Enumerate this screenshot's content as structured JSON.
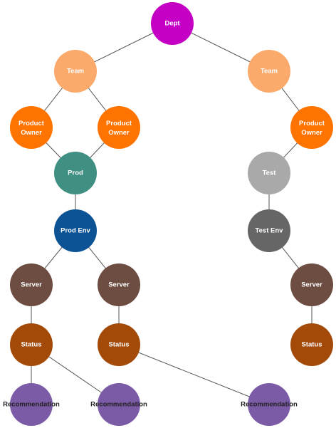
{
  "diagram": {
    "nodes": [
      {
        "id": "dept",
        "label": "Dept",
        "color": "#c400c4"
      },
      {
        "id": "team_l",
        "label": "Team",
        "color": "#fbaa6c"
      },
      {
        "id": "team_r",
        "label": "Team",
        "color": "#fbaa6c"
      },
      {
        "id": "po_1",
        "label": "Product Owner",
        "color": "#ff7300"
      },
      {
        "id": "po_2",
        "label": "Product Owner",
        "color": "#ff7300"
      },
      {
        "id": "po_3",
        "label": "Product Owner",
        "color": "#ff7300"
      },
      {
        "id": "prod",
        "label": "Prod",
        "color": "#3f8f82"
      },
      {
        "id": "test",
        "label": "Test",
        "color": "#a9a9a9"
      },
      {
        "id": "prod_env",
        "label": "Prod Env",
        "color": "#0b5394"
      },
      {
        "id": "test_env",
        "label": "Test Env",
        "color": "#666666"
      },
      {
        "id": "server_1",
        "label": "Server",
        "color": "#6d4c41"
      },
      {
        "id": "server_2",
        "label": "Server",
        "color": "#6d4c41"
      },
      {
        "id": "server_3",
        "label": "Server",
        "color": "#6d4c41"
      },
      {
        "id": "status_1",
        "label": "Status",
        "color": "#a34a09"
      },
      {
        "id": "status_2",
        "label": "Status",
        "color": "#a34a09"
      },
      {
        "id": "status_3",
        "label": "Status",
        "color": "#a34a09"
      },
      {
        "id": "rec_1",
        "label": "Recommendation",
        "color": "#7b5ba6"
      },
      {
        "id": "rec_2",
        "label": "Recommendation",
        "color": "#7b5ba6"
      },
      {
        "id": "rec_3",
        "label": "Recommendation",
        "color": "#7b5ba6"
      }
    ],
    "edges": [
      [
        "dept",
        "team_l"
      ],
      [
        "dept",
        "team_r"
      ],
      [
        "team_l",
        "po_1"
      ],
      [
        "team_l",
        "po_2"
      ],
      [
        "team_r",
        "po_3"
      ],
      [
        "po_1",
        "prod"
      ],
      [
        "po_2",
        "prod"
      ],
      [
        "po_3",
        "test"
      ],
      [
        "prod",
        "prod_env"
      ],
      [
        "test",
        "test_env"
      ],
      [
        "prod_env",
        "server_1"
      ],
      [
        "prod_env",
        "server_2"
      ],
      [
        "test_env",
        "server_3"
      ],
      [
        "server_1",
        "status_1"
      ],
      [
        "server_2",
        "status_2"
      ],
      [
        "server_3",
        "status_3"
      ],
      [
        "status_1",
        "rec_1"
      ],
      [
        "status_1",
        "rec_2"
      ],
      [
        "status_2",
        "rec_3"
      ]
    ]
  }
}
